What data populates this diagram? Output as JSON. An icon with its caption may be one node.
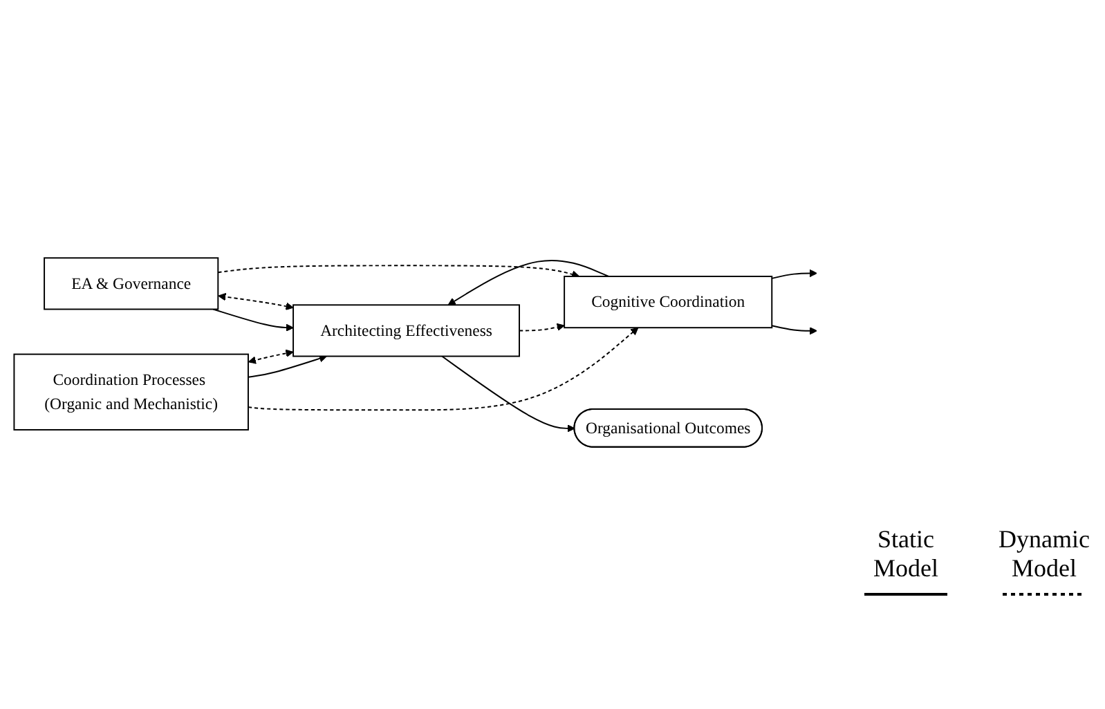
{
  "diagram": {
    "nodes": [
      {
        "text": [
          "Coordination Processes (Organic and Mechanistic)"
        ]
      },
      {
        "text": [
          "Cognitive Coordination"
        ]
      },
      {
        "text": [
          "Architecting Effectiveness"
        ]
      },
      {
        "text": [
          "Organisational Outcomes"
        ]
      },
      {
        "text": [
          "EA & Governance"
        ]
      }
    ],
    "edges": [
      {
        "from": 0,
        "to": 2,
        "arrow": "to"
      },
      {
        "from": 0,
        "to": 2,
        "arrow": "both",
        "style": "dashed"
      },
      {
        "from": 0,
        "to": 1,
        "arrow": "to",
        "style": "dashed"
      },
      {
        "from": 1,
        "to": null,
        "arrow": "to"
      },
      {
        "from": 1,
        "to": 2,
        "arrow": "to"
      },
      {
        "from": 2,
        "to": 1,
        "arrow": "to",
        "style": "dashed"
      },
      {
        "from": 1,
        "to": null,
        "arrow": "to"
      },
      {
        "from": 2,
        "to": 3,
        "arrow": "to"
      },
      {
        "from": 4,
        "to": 1,
        "arrow": "to",
        "style": "dashed"
      },
      {
        "from": 4,
        "to": 2,
        "arrow": "to"
      },
      {
        "from": 4,
        "to": 2,
        "arrow": "both",
        "style": "dashed"
      }
    ],
    "legend": [
      {
        "text": "Static Model"
      },
      {
        "text": "Dynamic Model"
      }
    ]
  }
}
